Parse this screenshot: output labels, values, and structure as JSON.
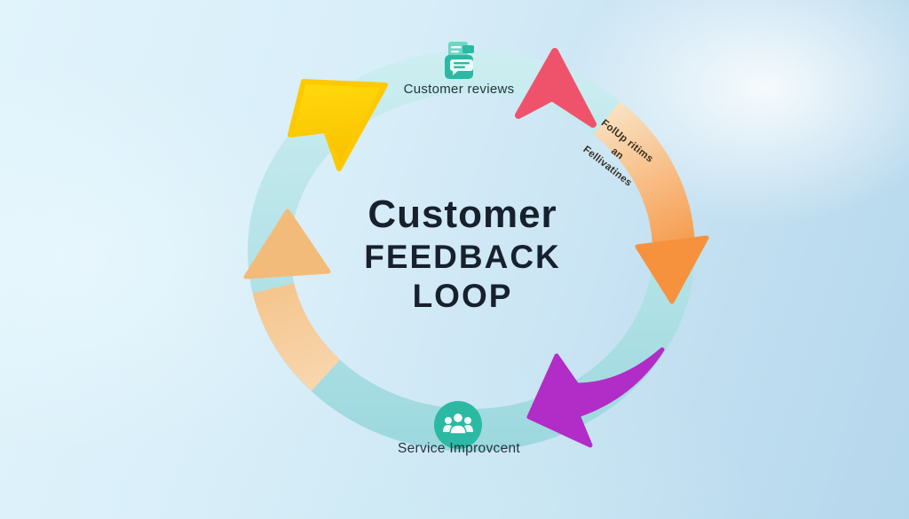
{
  "diagram": {
    "title": {
      "line1": "Customer",
      "line2": "FEEDBACK",
      "line3": "LOOP"
    },
    "nodes": {
      "top": {
        "label": "Customer reviews",
        "icon": "review-document-icon"
      },
      "right": {
        "label_lines": [
          "FolUp ritims",
          "an",
          "Fellivatines"
        ]
      },
      "bottom": {
        "label": "Service Improvcent",
        "icon": "people-group-icon"
      }
    },
    "colors": {
      "ring_top": "#cdeef1",
      "ring_bottom": "#9cd8de",
      "arrow_yellow": "#ffd90a",
      "arrow_yellow_deep": "#f9be00",
      "arrow_red": "#ef536c",
      "arrow_orange_light": "#f9e2c2",
      "arrow_orange": "#f6913d",
      "arrow_peach_light": "#f8d6ae",
      "arrow_peach": "#f3bb79",
      "arrow_purple": "#b22cc7",
      "icon_teal": "#2cb9a4",
      "icon_teal_light": "#6fd6c3",
      "title_color": "#17212e",
      "label_color": "#25333f"
    }
  }
}
